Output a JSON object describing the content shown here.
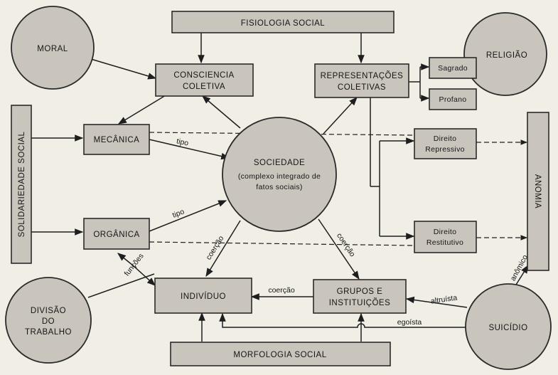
{
  "nodes": {
    "moral": "MORAL",
    "fisiologia": "FISIOLOGIA SOCIAL",
    "religiao": "RELIGIÃO",
    "consciencia": [
      "CONSCIENCIA",
      "COLETIVA"
    ],
    "representacoes": [
      "REPRESENTAÇÕES",
      "COLETIVAS"
    ],
    "sagrado": "Sagrado",
    "profano": "Profano",
    "solidariedade": "SOLIDARIEDADE SOCIAL",
    "mecanica": "MECÂNICA",
    "sociedade": [
      "SOCIEDADE",
      "(complexo integrado de",
      "fatos sociais)"
    ],
    "direito_repressivo": [
      "Direito",
      "Repressivo"
    ],
    "anomia": "ANOMIA",
    "organica": "ORGÂNICA",
    "direito_restitutivo": [
      "Direito",
      "Restitutivo"
    ],
    "divisao": [
      "DIVISÃO",
      "DO",
      "TRABALHO"
    ],
    "individuo": "INDIVÍDUO",
    "grupos": [
      "GRUPOS E",
      "INSTITUIÇÕES"
    ],
    "suicidio": "SUICÍDIO",
    "morfologia": "MORFOLOGIA SOCIAL"
  },
  "edge_labels": {
    "tipo_top": "tipo",
    "tipo_bottom": "tipo",
    "coercao_left": "coerção",
    "coercao_right": "coerção",
    "coercao_bottom": "coerção",
    "funcoes": "funções",
    "altruista": "altruísta",
    "egoista": "egoísta",
    "anomico": "anômico"
  }
}
